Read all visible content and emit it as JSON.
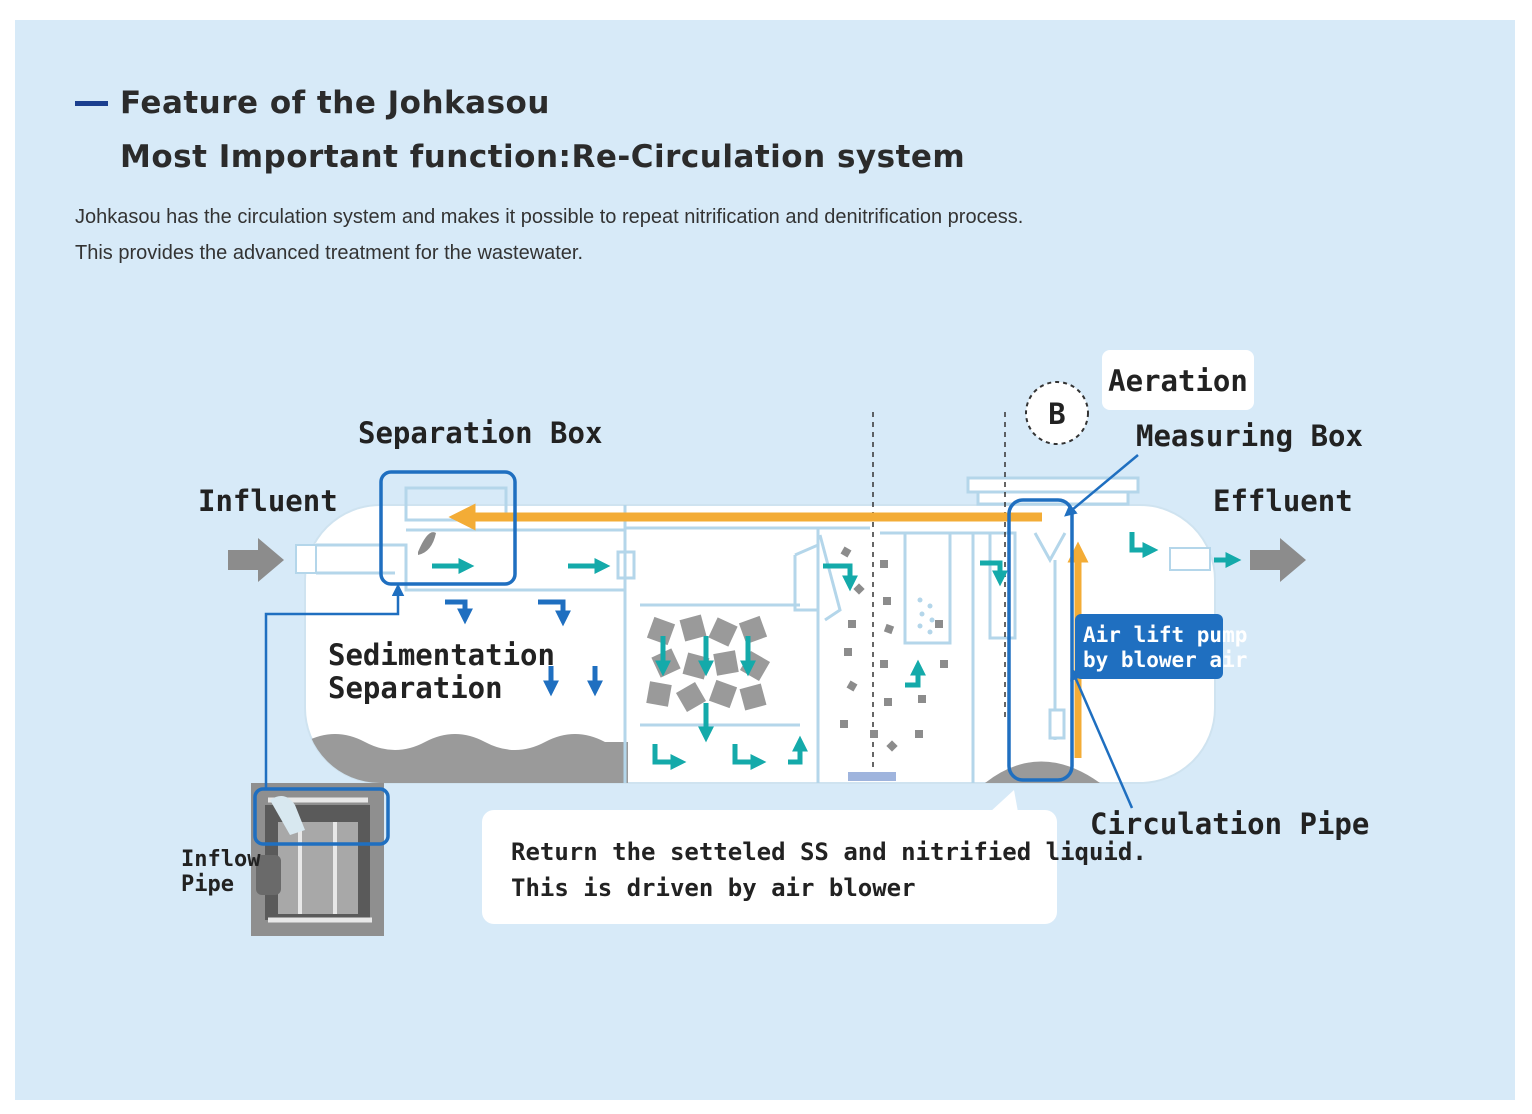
{
  "header": {
    "title": "Feature of the Johkasou",
    "subtitle": "Most Important function:Re-Circulation system"
  },
  "description": {
    "line1": "Johkasou has the circulation system and makes it possible to repeat nitrification and denitrification process.",
    "line2": "This provides the advanced treatment for the wastewater."
  },
  "diagram": {
    "labels": {
      "influent": "Influent",
      "separation_box": "Separation Box",
      "sedimentation_line1": "Sedimentation",
      "sedimentation_line2": "Separation",
      "inflow_pipe_line1": "Inflow",
      "inflow_pipe_line2": "Pipe",
      "aeration": "Aeration",
      "b_marker": "B",
      "measuring_box": "Measuring Box",
      "effluent": "Effluent",
      "air_lift_line1": "Air lift pump",
      "air_lift_line2": "by blower air",
      "circulation_pipe": "Circulation Pipe",
      "note_line1": "Return the setteled SS and nitrified liquid.",
      "note_line2": "This is driven by air blower"
    },
    "colors": {
      "panel_bg": "#d7eaf8",
      "tank_wall": "#b4d6ea",
      "highlight_blue": "#1f6fc0",
      "flow_teal": "#14aaaa",
      "flow_blue": "#1f6fc0",
      "return_orange": "#f3ac36",
      "sludge_gray": "#9a9a9a",
      "arrow_gray": "#8c8c8c"
    }
  }
}
